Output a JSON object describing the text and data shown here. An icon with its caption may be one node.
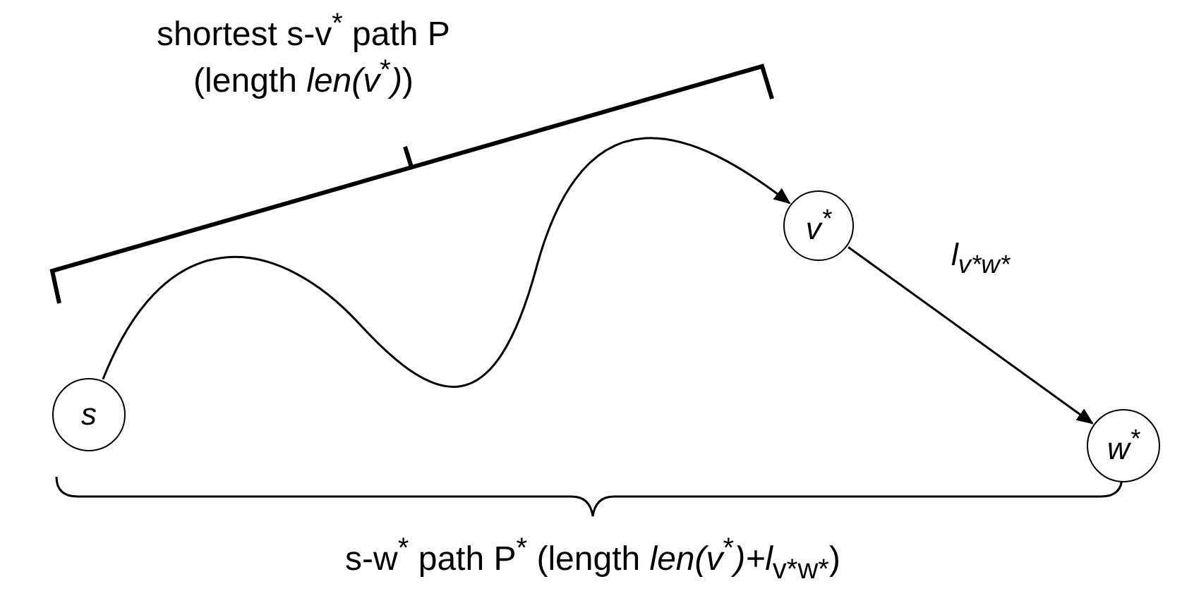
{
  "diagram": {
    "nodes": [
      {
        "text": [
          "s"
        ]
      },
      {
        "text": [
          "v$^{*}$"
        ]
      },
      {
        "text": [
          "w$^{*}$"
        ]
      }
    ],
    "edges": [
      {
        "from": 0,
        "to": 1,
        "arrow": "to"
      },
      {
        "from": 1,
        "to": 2,
        "arrow": "to",
        "label": "l$_{v*w*}$"
      }
    ],
    "labels": [
      "shortest s-v$^{*}$ path P (length *len(v*$^{*}$*)*)",
      "s-w$^{*}$ path P$^{*}$ (length *len(v*$^{*}$*)+l*$_{v*w*}$)"
    ]
  }
}
